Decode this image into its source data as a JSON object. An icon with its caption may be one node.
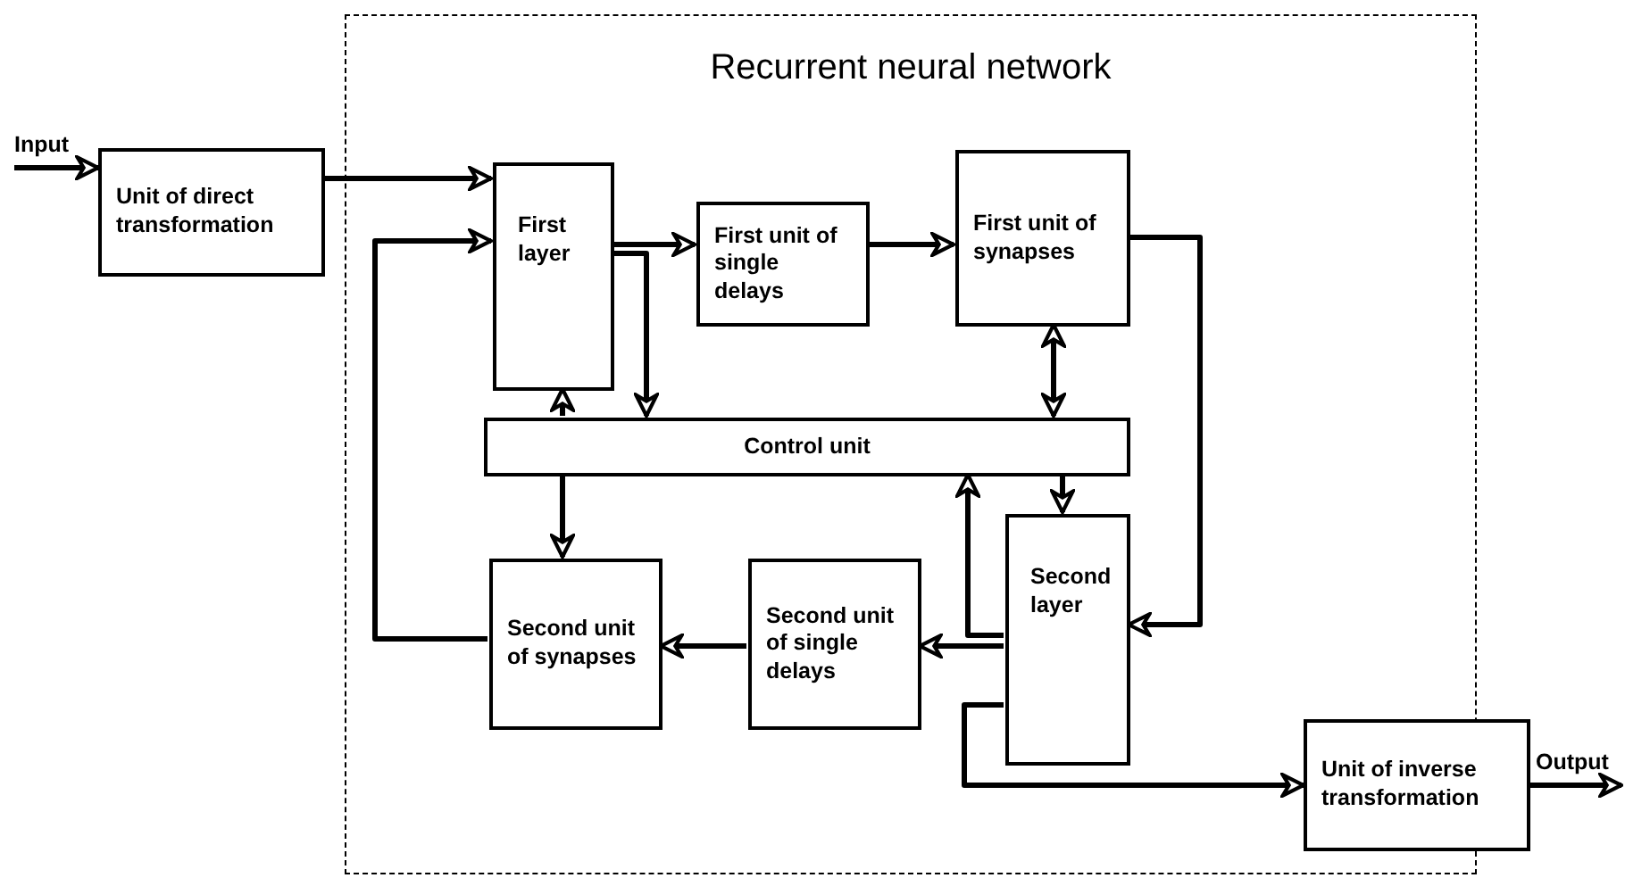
{
  "diagram": {
    "nodes": [
      {
        "text": [
          "Recurrent neural network"
        ]
      },
      {
        "text": [
          "Unit of direct transformation"
        ]
      },
      {
        "text": [
          "First layer"
        ],
        "in": 0
      },
      {
        "text": [
          "First unit of single delays"
        ],
        "in": 0
      },
      {
        "text": [
          "First unit of synapses"
        ],
        "in": 0
      },
      {
        "text": [
          "Control unit"
        ],
        "in": 0
      },
      {
        "text": [
          "Second unit of synapses"
        ],
        "in": 0
      },
      {
        "text": [
          "Second unit of single delays"
        ],
        "in": 0
      },
      {
        "text": [
          "Second layer"
        ],
        "in": 0
      },
      {
        "text": [
          "Unit of inverse transformation"
        ]
      },
      {
        "text": [
          "Input"
        ]
      },
      {
        "text": [
          "Output"
        ]
      }
    ],
    "edges": [
      {
        "from": 10,
        "to": 1,
        "arrow": "to"
      },
      {
        "from": 1,
        "to": 2,
        "arrow": "to"
      },
      {
        "from": 2,
        "to": 3,
        "arrow": "to"
      },
      {
        "from": 3,
        "to": 4,
        "arrow": "to"
      },
      {
        "from": 4,
        "to": 8,
        "arrow": "to"
      },
      {
        "from": 8,
        "to": 7,
        "arrow": "to"
      },
      {
        "from": 7,
        "to": 6,
        "arrow": "to"
      },
      {
        "from": 6,
        "to": 2,
        "arrow": "to"
      },
      {
        "from": 2,
        "to": 5,
        "arrow": "to"
      },
      {
        "from": 5,
        "to": 2,
        "arrow": "to"
      },
      {
        "from": 4,
        "to": 5,
        "arrow": "both"
      },
      {
        "from": 5,
        "to": 8,
        "arrow": "to"
      },
      {
        "from": 8,
        "to": 5,
        "arrow": "to"
      },
      {
        "from": 5,
        "to": 6,
        "arrow": "to"
      },
      {
        "from": 8,
        "to": 9,
        "arrow": "to"
      },
      {
        "from": 9,
        "to": 11,
        "arrow": "to"
      }
    ]
  }
}
